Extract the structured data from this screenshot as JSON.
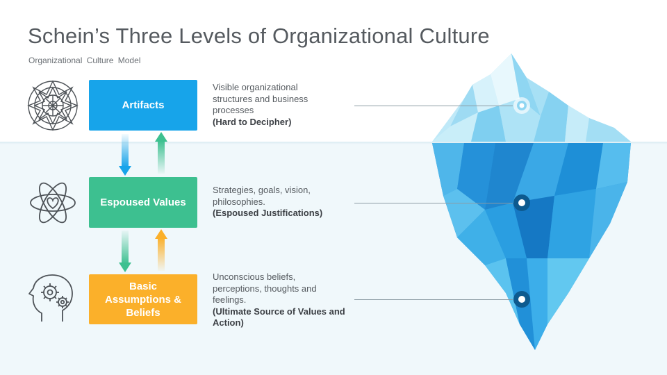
{
  "header": {
    "title": "Schein’s Three Levels of Organizational Culture",
    "subtitle": "Organizational Culture Model"
  },
  "levels": [
    {
      "label": "Artifacts",
      "description": "Visible organizational structures and business processes",
      "emphasis": "(Hard to Decipher)",
      "color": "#17a4ea",
      "icon": "mandala-icon"
    },
    {
      "label": "Espoused Values",
      "description": "Strategies, goals, vision, philosophies.",
      "emphasis": "(Espoused Justifications)",
      "color": "#3dc090",
      "icon": "atom-heart-icon"
    },
    {
      "label": "Basic Assumptions & Beliefs",
      "description": "Unconscious beliefs, perceptions, thoughts and feelings.",
      "emphasis": "(Ultimate Source of Values and Action)",
      "color": "#fbb02a",
      "icon": "head-gears-icon"
    }
  ],
  "colors": {
    "water": "#f0f8fb",
    "ice_dark": "#1f8fd6",
    "ice_light": "#bfe9f8",
    "marker": "#0d5a8f"
  }
}
